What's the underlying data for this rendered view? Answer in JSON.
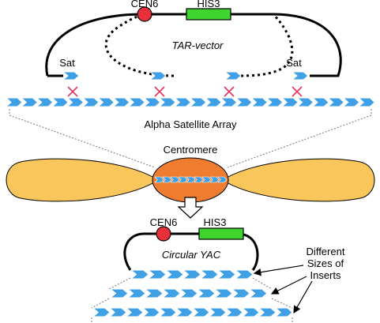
{
  "tar_vector": {
    "cen_label": "CEN6",
    "his_label": "HIS3",
    "name": "TAR-vector",
    "sat_left": "Sat",
    "sat_right": "Sat"
  },
  "alpha_array": {
    "caption": "Alpha Satellite Array"
  },
  "centromere": {
    "label": "Centromere"
  },
  "yac": {
    "cen_label": "CEN6",
    "his_label": "HIS3",
    "name": "Circular YAC"
  },
  "inserts_note": {
    "line1": "Different",
    "line2": "Sizes of",
    "line3": "Inserts"
  },
  "colors": {
    "chevron": "#3fa0e6",
    "chevron_edge": "#ffffff",
    "cen_red": "#e8303a",
    "his_green": "#3fd52e",
    "chromosome_arm": "#f8c65a",
    "centromere_core": "#ee7d30",
    "cross": "#e6325a"
  }
}
